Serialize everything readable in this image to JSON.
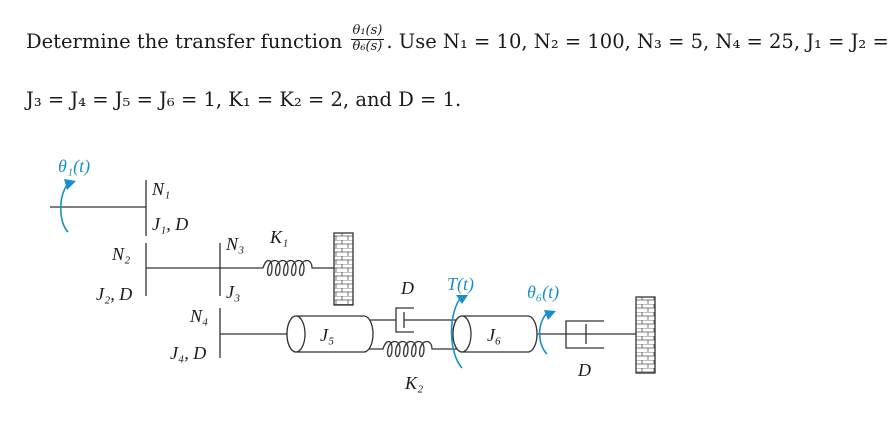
{
  "problem": {
    "line1_prefix": "Determine the transfer function",
    "frac_num": "θ₁(s)",
    "frac_den": "θ₆(s)",
    "line1_suffix": ". Use N₁ = 10, N₂ = 100, N₃ = 5, N₄ = 25, J₁ = J₂ =",
    "line2": "J₃ = J₄ = J₅ = J₆ = 1, K₁ = K₂ = 2, and D = 1."
  },
  "diagram": {
    "labels": {
      "theta1": "θ₁(t)",
      "N1": "N₁",
      "J1D": "J₁, D",
      "N2": "N₂",
      "J2D": "J₂, D",
      "N3": "N₃",
      "K1": "K₁",
      "J3": "J₃",
      "N4": "N₄",
      "J4D": "J₄, D",
      "J5": "J₅",
      "D_top": "D",
      "T": "T(t)",
      "K2": "K₂",
      "J6": "J₆",
      "theta6": "θ₆(t)",
      "D_right": "D"
    },
    "colors": {
      "accent": "#1a8fc9",
      "ink": "#333333"
    }
  }
}
